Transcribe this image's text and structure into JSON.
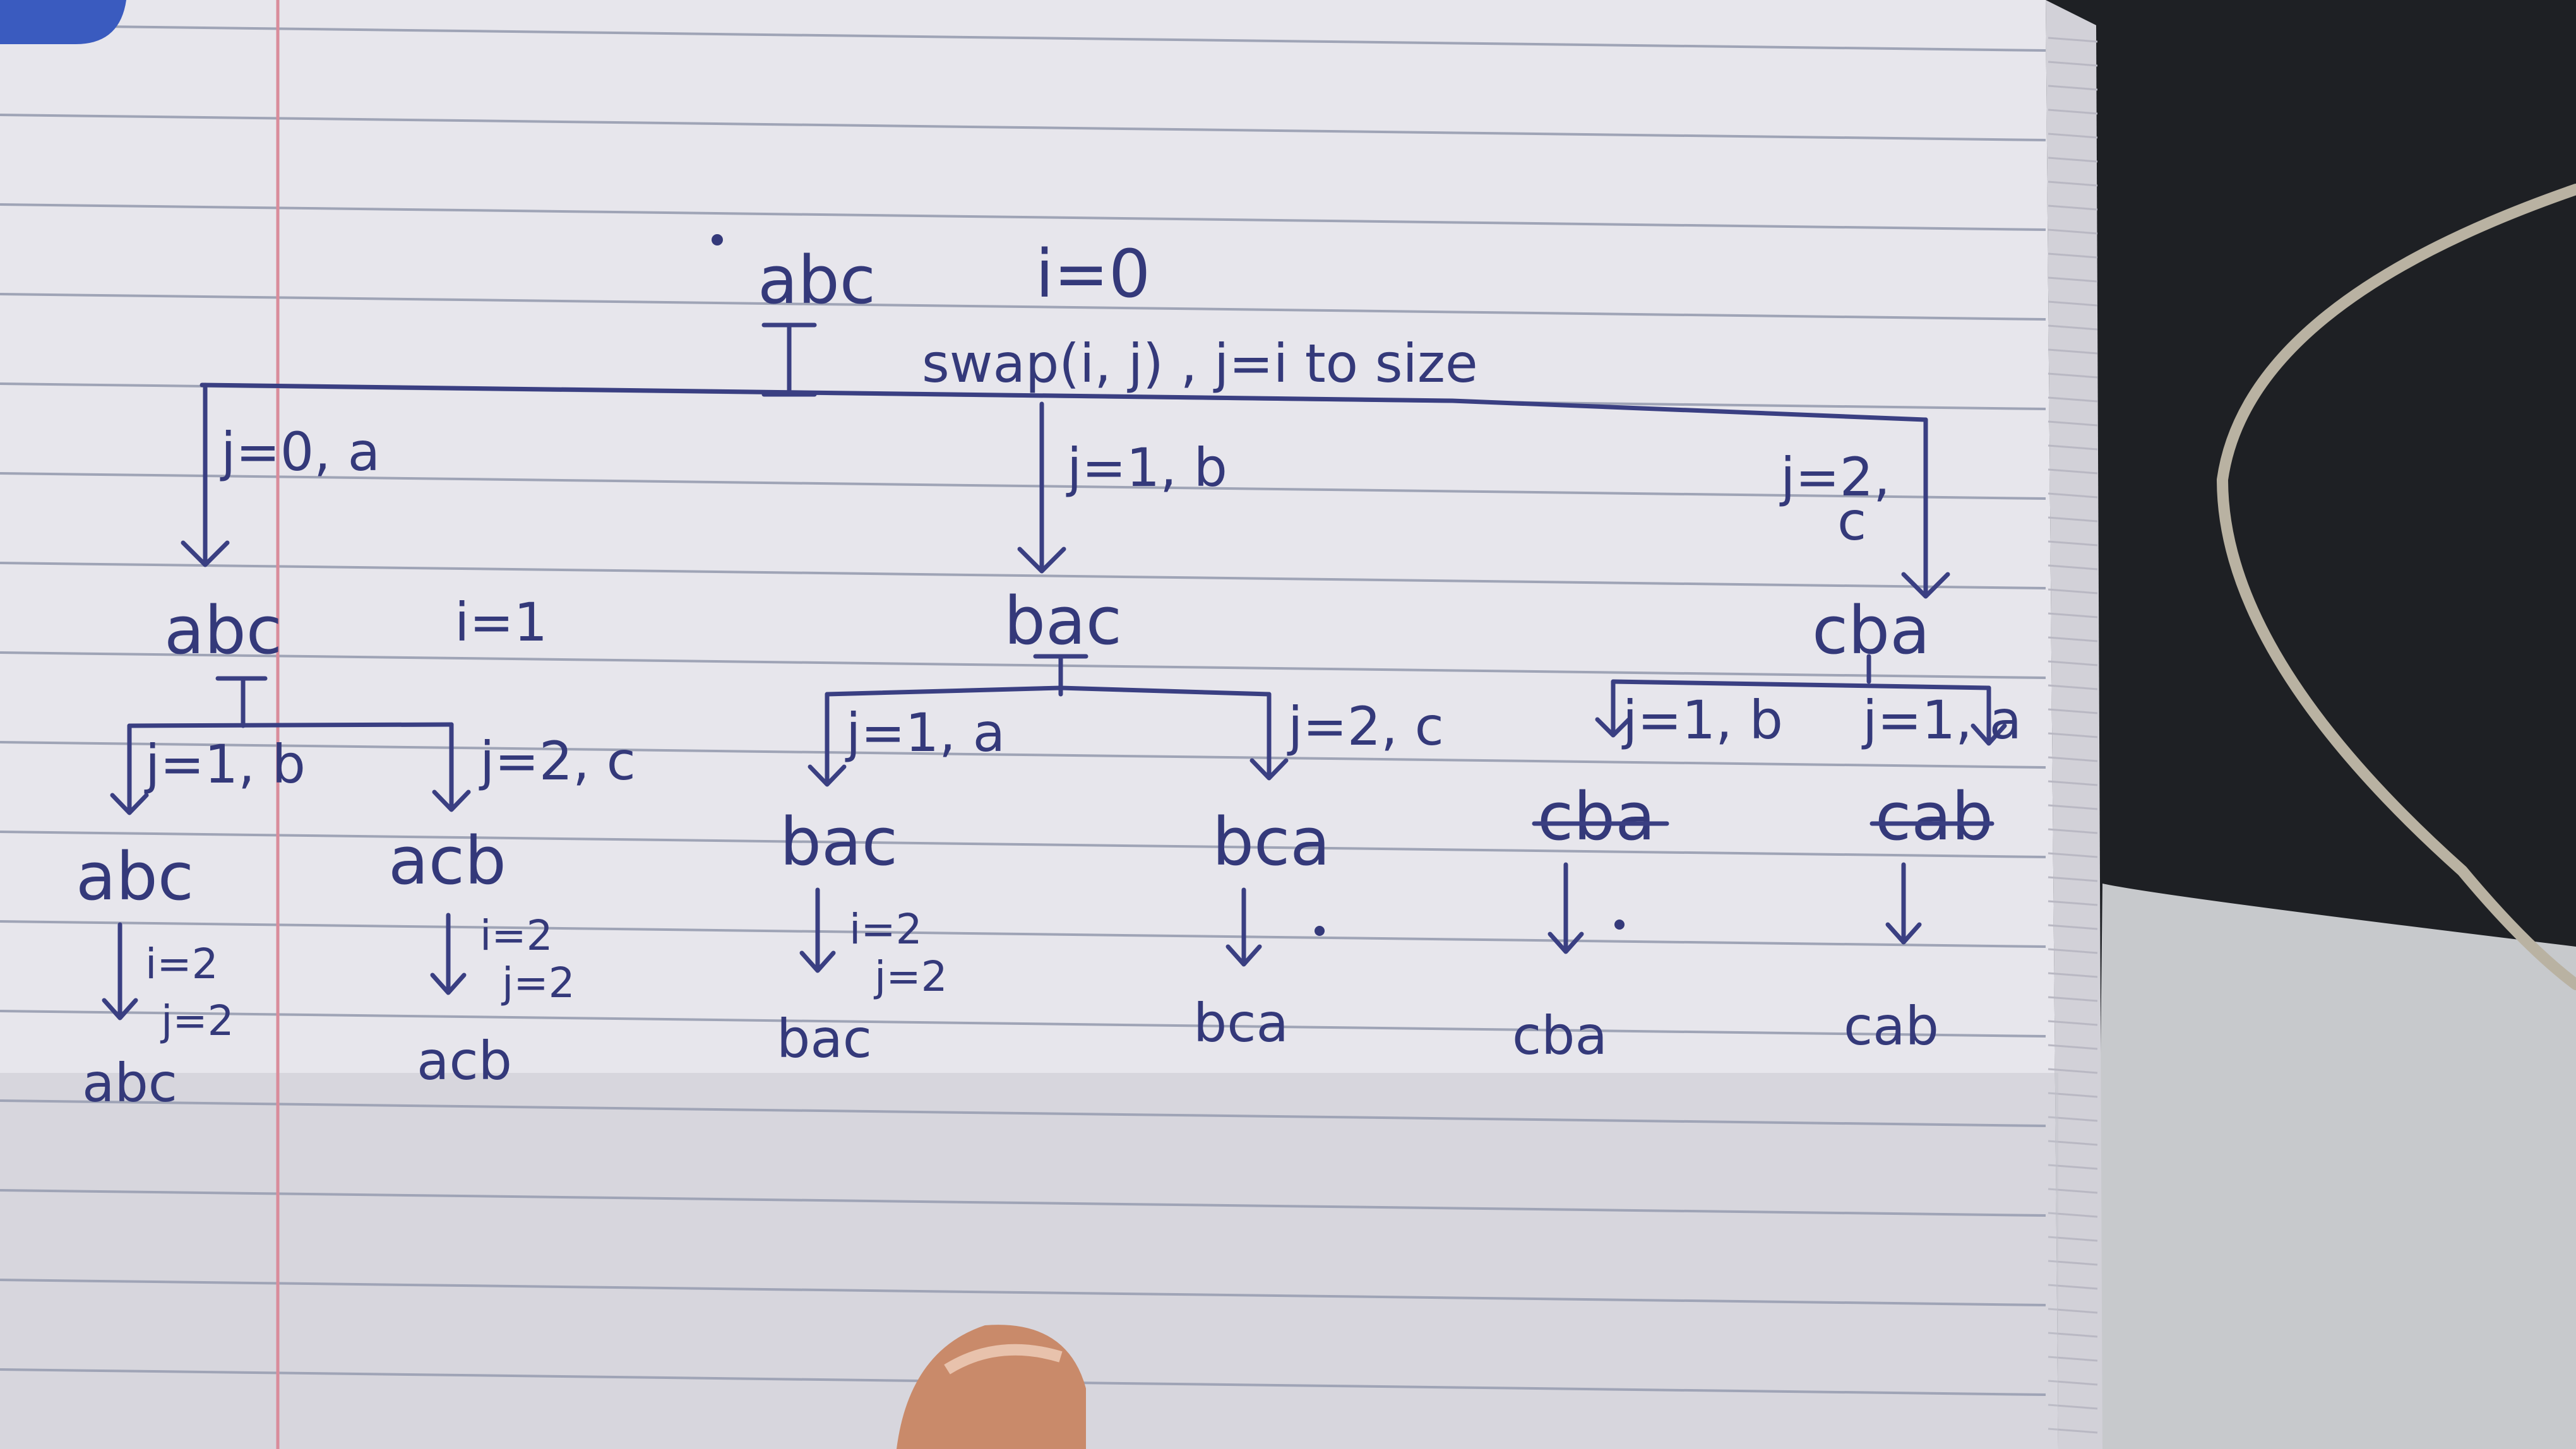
{
  "colors": {
    "ink": "#34397a",
    "paper": "#e7e6ec",
    "ruled_line": "#9fa4b6",
    "margin_line": "#d98c9b",
    "background_dark": "#1e2024",
    "skin": "#c98a6a"
  },
  "root": {
    "word": "abc",
    "i_label": "i=0"
  },
  "swap_note": "swap(i, j) , j=i to size",
  "level1": {
    "edges": [
      "j=0, a",
      "j=1, b",
      "j=2,"
    ],
    "edge_extra": "c",
    "i_label": "i=1",
    "nodes": [
      "abc",
      "bac",
      "cba"
    ]
  },
  "level2": {
    "edges": [
      "j=1, b",
      "j=2, c",
      "j=1, a",
      "j=2, c",
      "j=1, b",
      "j=1, a"
    ],
    "nodes": [
      "abc",
      "acb",
      "bac",
      "bca",
      "cba",
      "cab"
    ]
  },
  "level3": {
    "labels": [
      {
        "i": "i=2",
        "j": "j=2"
      },
      {
        "i": "i=2",
        "j": "j=2"
      },
      {
        "i": "i=2",
        "j": "j=2"
      }
    ],
    "results": [
      "abc",
      "acb",
      "bac",
      "bca",
      "cba",
      "cab"
    ]
  }
}
